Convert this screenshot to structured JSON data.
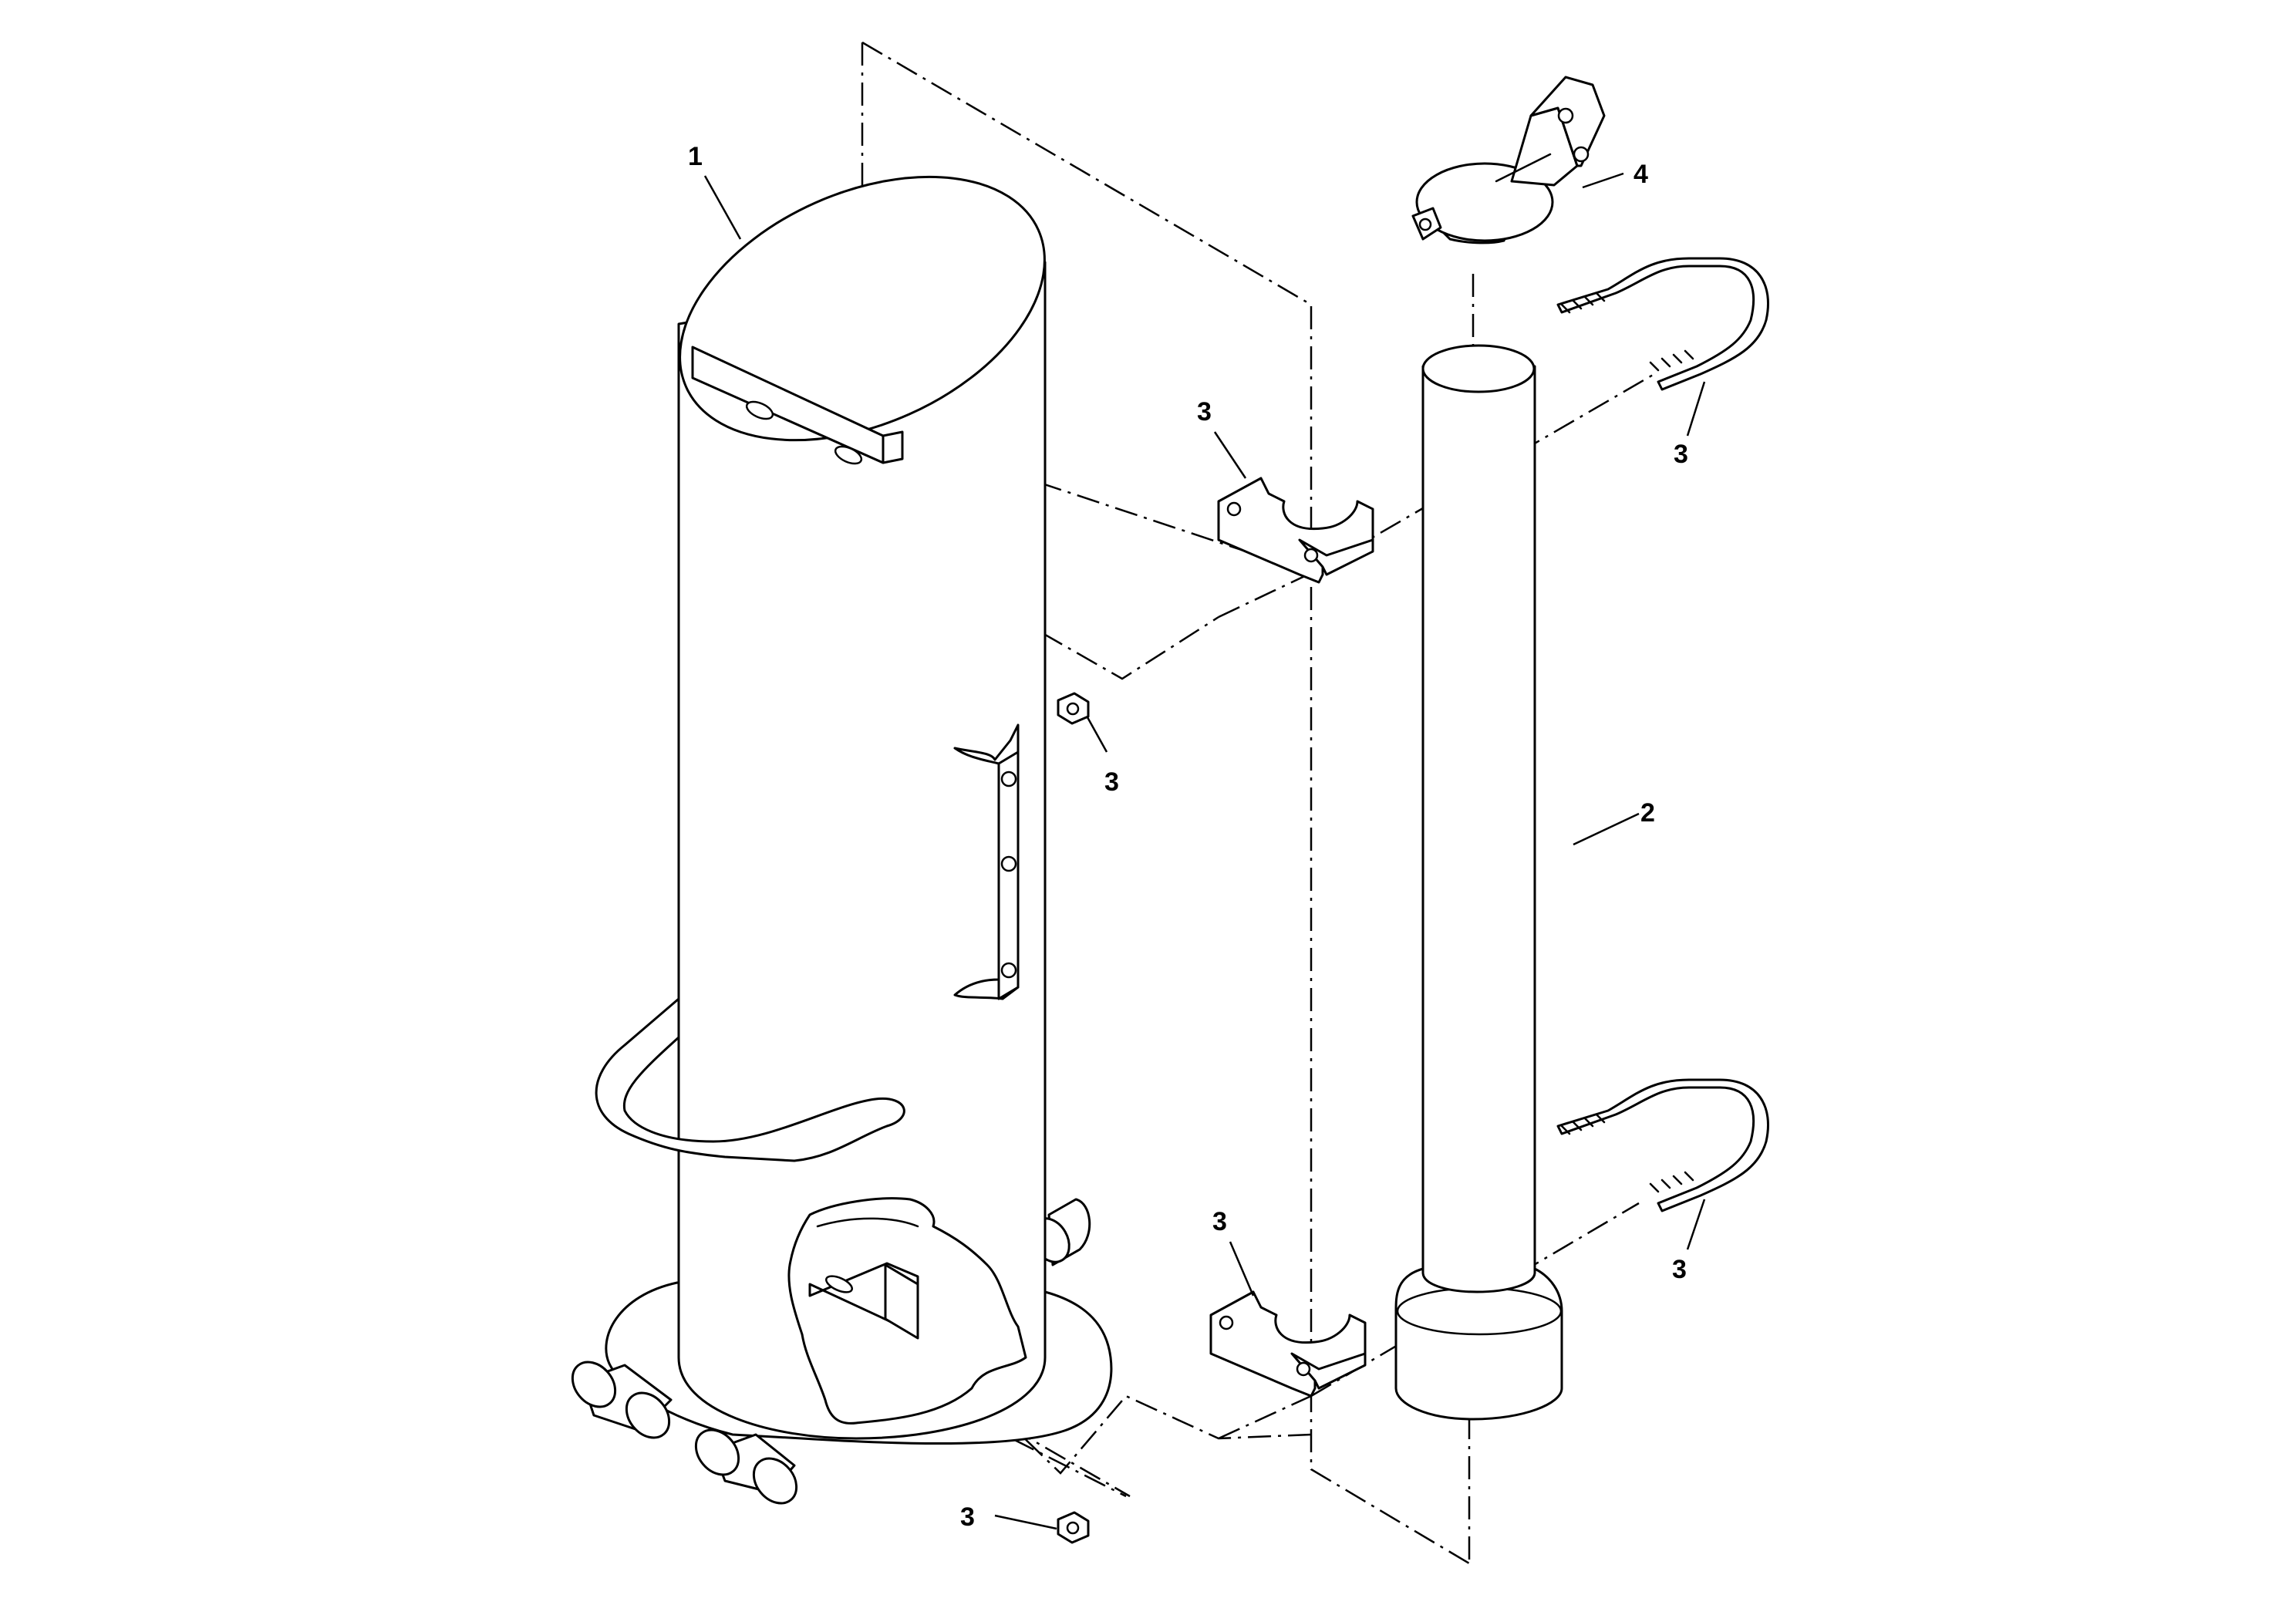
{
  "callouts": [
    {
      "id": "c1",
      "text": "1"
    },
    {
      "id": "c2",
      "text": "2"
    },
    {
      "id": "c3a",
      "text": "3"
    },
    {
      "id": "c3b",
      "text": "3"
    },
    {
      "id": "c3c",
      "text": "3"
    },
    {
      "id": "c3d",
      "text": "3"
    },
    {
      "id": "c3e",
      "text": "3"
    },
    {
      "id": "c3f",
      "text": "3"
    },
    {
      "id": "c4",
      "text": "4"
    }
  ]
}
